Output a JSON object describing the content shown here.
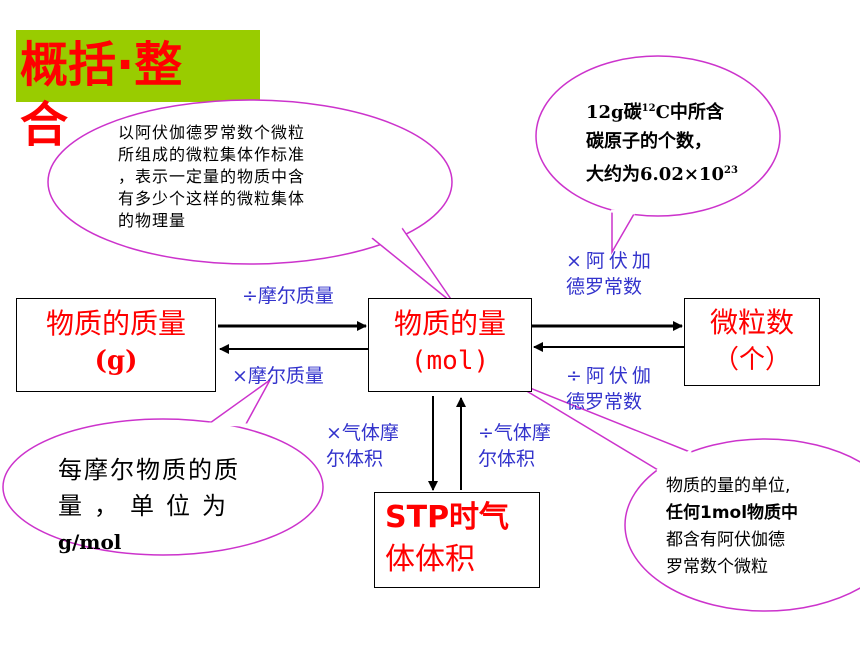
{
  "title": {
    "line1": "概括·整",
    "line2": "合"
  },
  "callouts": {
    "top_left": [
      "以阿伏伽德罗常数个微粒",
      "所组成的微粒集体作标准",
      "，表示一定量的物质中含",
      "有多少个这样的微粒集体",
      "的物理量"
    ],
    "top_right": {
      "line1_a": "12g碳",
      "line1_sup": "12",
      "line1_b": "C中所含",
      "line2": "碳原子的个数，",
      "line3_a": "大约为6.02×10",
      "line3_sup": "23"
    },
    "bottom_left": {
      "line1": "每摩尔物质的质",
      "line2": "量，单位为",
      "line3": "g/mol"
    },
    "bottom_right": [
      "物质的量的单位,",
      "任何1mol物质中",
      "都含有阿伏伽德",
      "罗常数个微粒"
    ]
  },
  "boxes": {
    "mass": {
      "line1": "物质的质量",
      "line2": "(g)"
    },
    "amount": {
      "line1": "物质的量",
      "line2": "(mol)"
    },
    "particles": {
      "line1": "微粒数",
      "line2": "（个）"
    },
    "gas": {
      "line1": "STP时气",
      "line2": "体体积"
    }
  },
  "labels": {
    "div_molar_mass": "÷摩尔质量",
    "mul_molar_mass": "×摩尔质量",
    "mul_avogadro": [
      "×阿伏加",
      "德罗常数"
    ],
    "div_avogadro": [
      "÷阿伏伽",
      "德罗常数"
    ],
    "mul_gas_molar_volume": [
      "×气体摩",
      "尔体积"
    ],
    "div_gas_molar_volume": [
      "÷气体摩",
      "尔体积"
    ]
  },
  "colors": {
    "title_bg": "#99cc00",
    "title_text": "#ff0000",
    "callout_border": "#cc33cc",
    "label_blue": "#3333cc"
  }
}
